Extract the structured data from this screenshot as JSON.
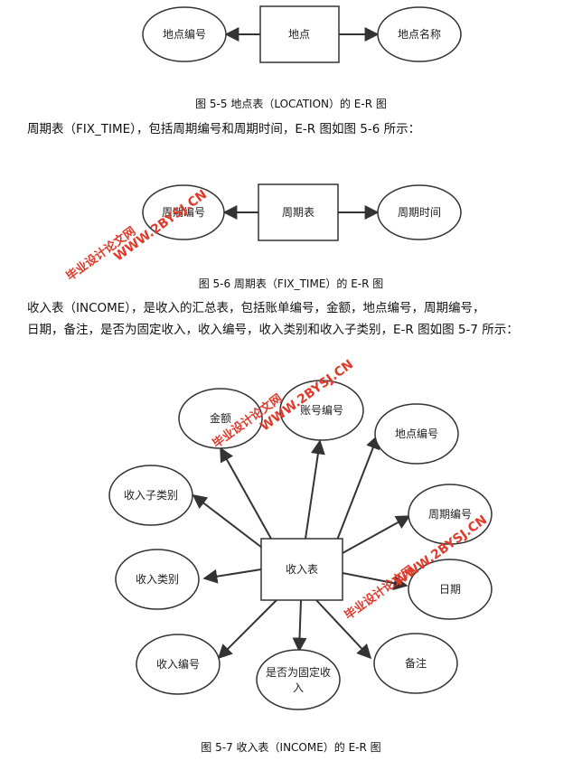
{
  "diagram1": {
    "center": "地点",
    "left": "地点编号",
    "right": "地点名称",
    "caption": "图 5-5 地点表（LOCATION）的 E-R 图"
  },
  "para1": "周期表（FIX_TIME），包括周期编号和周期时间，E-R 图如图 5-6 所示：",
  "diagram2": {
    "center": "周期表",
    "left": "周期编号",
    "right": "周期时间",
    "caption": "图 5-6 周期表（FIX_TIME）的 E-R 图"
  },
  "para2": {
    "line1": "收入表（INCOME），是收入的汇总表，包括账单编号，金额，地点编号，周期编号，",
    "line2": "日期，备注，是否为固定收入，收入编号，收入类别和收入子类别，E-R 图如图 5-7 所示："
  },
  "diagram3": {
    "center": "收入表",
    "attr_amount": "金额",
    "attr_account": "账号编号",
    "attr_location": "地点编号",
    "attr_subcategory": "收入子类别",
    "attr_period": "周期编号",
    "attr_category": "收入类别",
    "attr_date": "日期",
    "attr_income_id": "收入编号",
    "attr_fixed_line1": "是否为固定收",
    "attr_fixed_line2": "入",
    "attr_note": "备注",
    "caption": "图 5-7 收入表（INCOME）的 E-R 图"
  },
  "watermark": {
    "line1": "WWW.2BYSJ.CN",
    "line2": "毕业设计论文网"
  }
}
